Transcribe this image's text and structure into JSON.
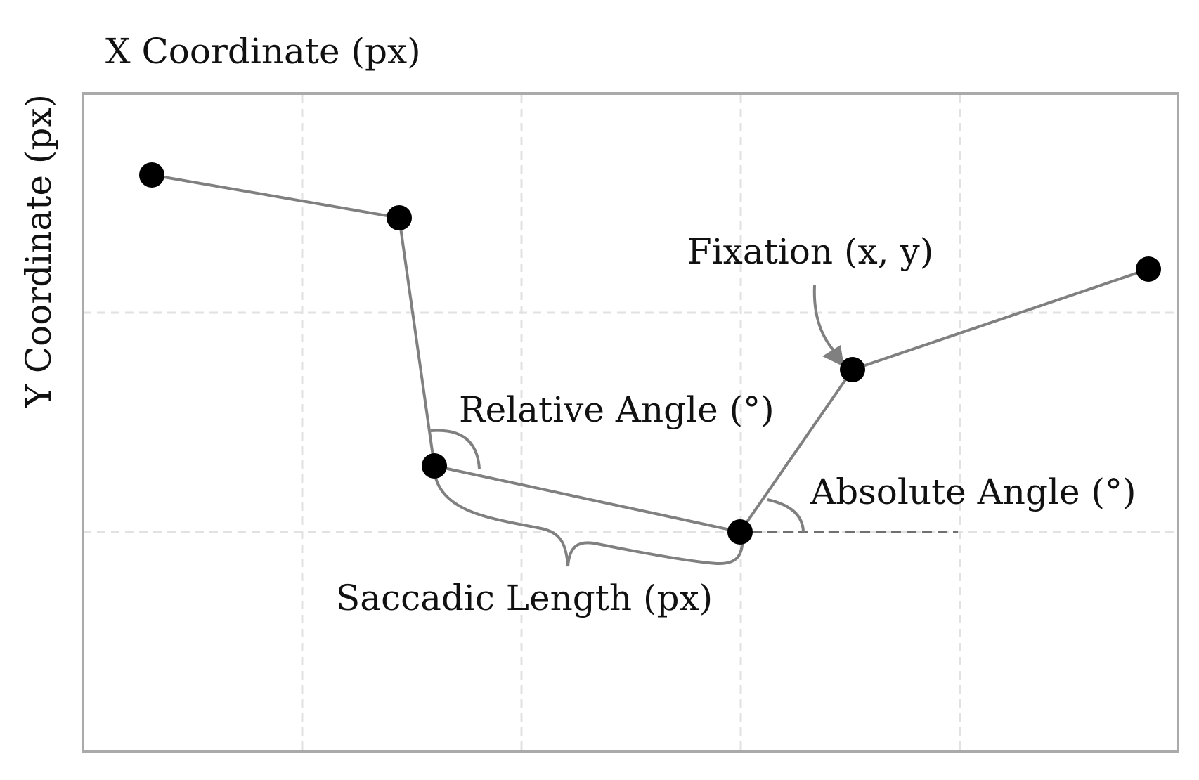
{
  "axes": {
    "x_label": "X Coordinate (px)",
    "y_label": "Y Coordinate (px)"
  },
  "annotations": {
    "fixation": "Fixation (x, y)",
    "relative_angle": "Relative Angle (°)",
    "absolute_angle": "Absolute Angle (°)",
    "saccadic_length": "Saccadic Length (px)"
  },
  "scanpath": {
    "fixation_count": 6
  },
  "colors": {
    "fixation": "#000000",
    "line": "#808080",
    "grid": "#e2e2e2",
    "frame": "#aaaaaa"
  }
}
